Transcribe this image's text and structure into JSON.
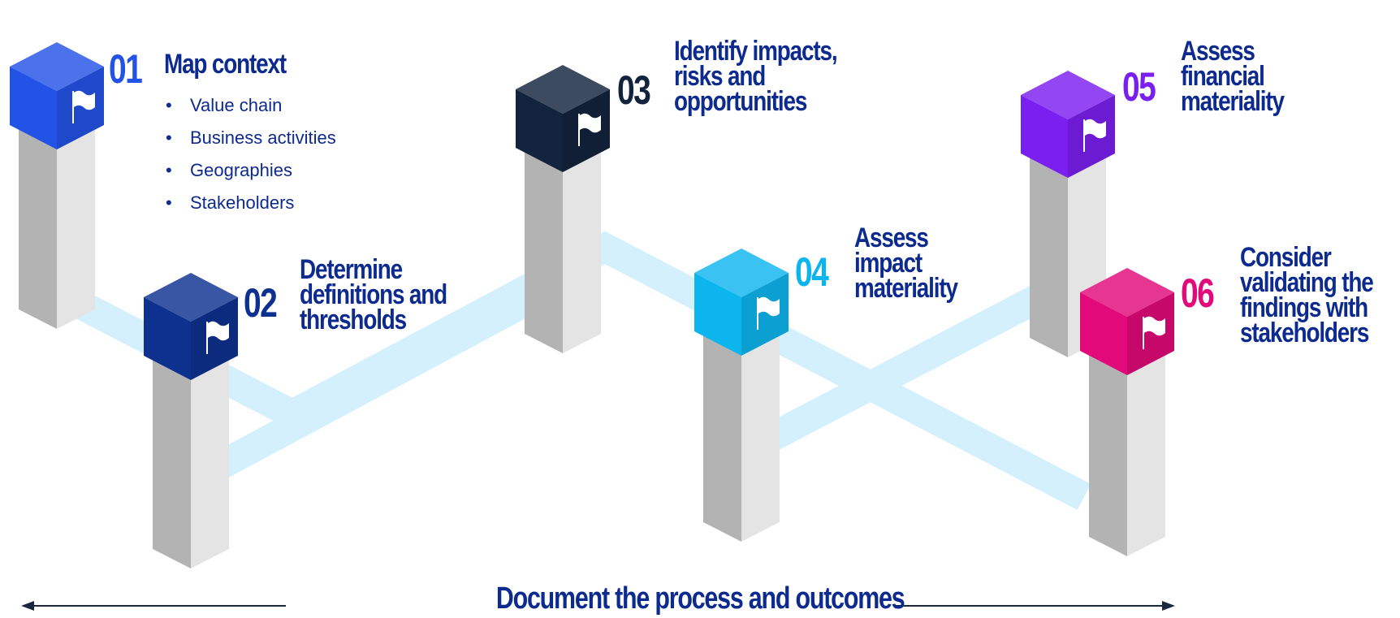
{
  "colors": {
    "path": "#d3f0fc",
    "pillar_left": "#b3b3b3",
    "pillar_right": "#e4e4e4",
    "pillar_top": "#cfcfcf",
    "text": "#0d2a8e",
    "arrow": "#1a2740"
  },
  "steps": [
    {
      "number": "01",
      "title": [
        "Map context"
      ],
      "color": "#2352e6",
      "icon": "flag-icon",
      "bullets": [
        "Value chain",
        "Business activities",
        "Geographies",
        "Stakeholders"
      ]
    },
    {
      "number": "02",
      "title": [
        "Determine",
        "definitions and",
        "thresholds"
      ],
      "color": "#0e3190",
      "icon": "flag-icon"
    },
    {
      "number": "03",
      "title": [
        "Identify impacts,",
        "risks and",
        "opportunities"
      ],
      "color": "#12233d",
      "icon": "flag-icon"
    },
    {
      "number": "04",
      "title": [
        "Assess",
        "impact",
        "materiality"
      ],
      "color": "#0db5ef",
      "icon": "flag-icon"
    },
    {
      "number": "05",
      "title": [
        "Assess",
        "financial",
        "materiality"
      ],
      "color": "#7b1ff0",
      "icon": "flag-icon"
    },
    {
      "number": "06",
      "title": [
        "Consider",
        "validating the",
        "findings with",
        "stakeholders"
      ],
      "color": "#e2097a",
      "icon": "flag-icon"
    }
  ],
  "footer": {
    "label": "Document the process and outcomes"
  }
}
